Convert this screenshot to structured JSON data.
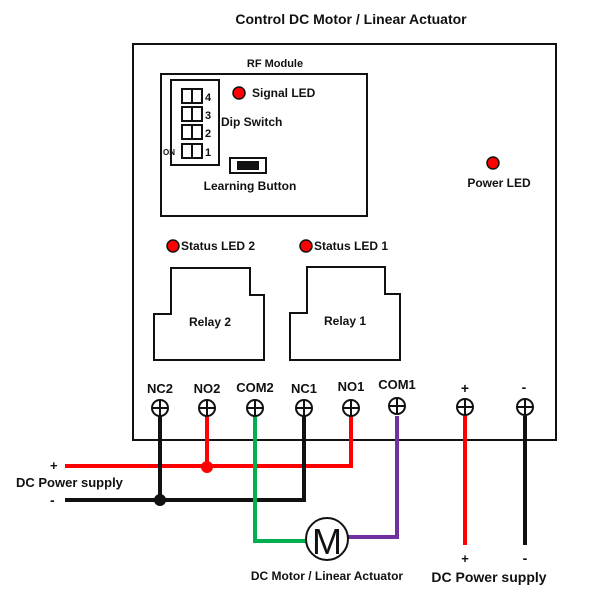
{
  "title": "Control DC Motor / Linear Actuator",
  "rf_module": {
    "label": "RF Module",
    "signal_led_label": "Signal LED",
    "dip_switch_label": "Dip Switch",
    "dip_on_label": "ON",
    "dip_positions": [
      "4",
      "3",
      "2",
      "1"
    ],
    "learning_button_label": "Learning Button"
  },
  "power_led_label": "Power LED",
  "status_leds": {
    "led2": "Status LED 2",
    "led1": "Status LED 1"
  },
  "relays": {
    "relay2": "Relay 2",
    "relay1": "Relay 1"
  },
  "terminals": [
    "NC2",
    "NO2",
    "COM2",
    "NC1",
    "NO1",
    "COM1",
    "+",
    "-"
  ],
  "left_supply": {
    "label": "DC Power supply",
    "plus": "+",
    "minus": "-"
  },
  "bottom_supply": {
    "label": "DC Power supply",
    "plus": "+",
    "minus": "-"
  },
  "motor": {
    "symbol": "M",
    "label": "DC Motor / Linear Actuator"
  },
  "colors": {
    "positive_wire": "#ff0000",
    "negative_wire": "#000000",
    "com2_wire": "#00b050",
    "com1_wire": "#7030a0",
    "led": "#ff0000"
  }
}
